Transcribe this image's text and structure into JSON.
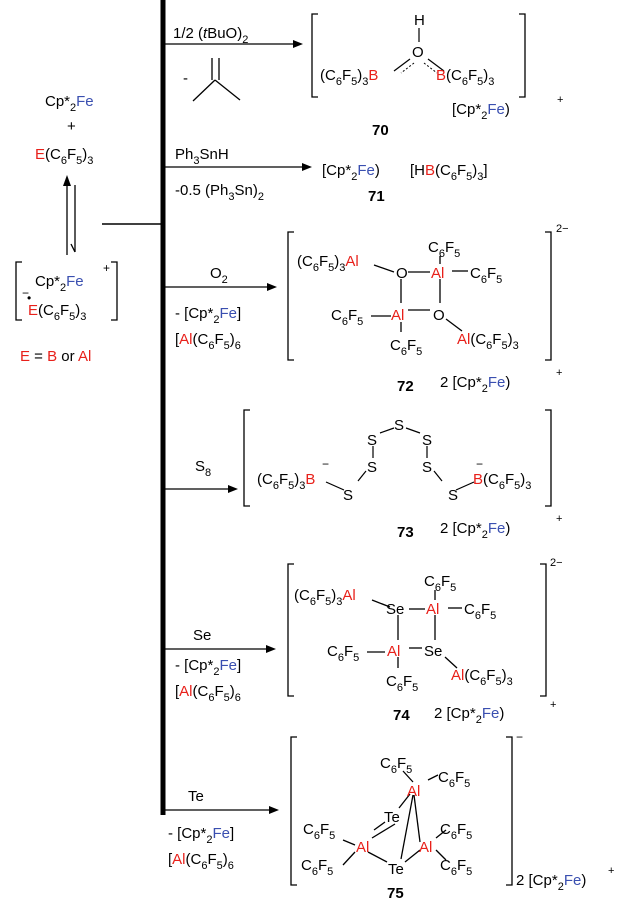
{
  "colors": {
    "element_red": "#e8201a",
    "iron_blue": "#3a4fb0",
    "line": "#000000"
  },
  "start": {
    "top_cp": "Cp*",
    "top_sub2": "2",
    "top_fe": "Fe",
    "plus": "+",
    "e_letter": "E",
    "e_rest": "(C",
    "c6": "6",
    "f": "F",
    "f5": "5",
    "close3": ")",
    "sub3": "3",
    "complex_cp": "Cp*",
    "complex_fe": "Fe",
    "complex_plus": "+",
    "complex_minus": "−",
    "dot": "•",
    "legend_e": "E",
    "legend_eq": " = ",
    "legend_b": "B",
    "legend_or": " or ",
    "legend_al": "Al"
  },
  "reactions": [
    {
      "id": "r70",
      "reagent_a": "1/2 (",
      "reagent_t": "t",
      "reagent_b": "BuO)",
      "reagent_sub": "2",
      "minus": "-",
      "product_number": "70",
      "counter": "[Cp*",
      "counter_fe": "Fe",
      "counter_charge": "+"
    },
    {
      "id": "r71",
      "reagent": "Ph",
      "reagent2": "SnH",
      "minor": "-0.5 (Ph",
      "minor2": "Sn)",
      "product_number": "71"
    },
    {
      "id": "r72",
      "reagent": "O",
      "minor_a": "- [Cp*",
      "minor_fe": "Fe",
      "minor_b": "]",
      "minor_c": "[",
      "minor_al": "Al",
      "minor_d": "(C",
      "product_number": "72",
      "counter_prefix": "2 [Cp*",
      "counter_fe": "Fe",
      "charge": "2−"
    },
    {
      "id": "r73",
      "reagent": "S",
      "product_number": "73",
      "counter_prefix": "2 [Cp*",
      "counter_fe": "Fe"
    },
    {
      "id": "r74",
      "reagent": "Se",
      "minor_a": "- [Cp*",
      "minor_fe": "Fe",
      "minor_b": "]",
      "minor_c": "[",
      "minor_al": "Al",
      "minor_d": "(C",
      "product_number": "74",
      "counter_prefix": "2 [Cp*",
      "counter_fe": "Fe",
      "charge": "2−"
    },
    {
      "id": "r75",
      "reagent": "Te",
      "minor_a": "- [Cp*",
      "minor_fe": "Fe",
      "minor_b": "]",
      "minor_c": "[",
      "minor_al": "Al",
      "minor_d": "(C",
      "product_number": "75",
      "counter_prefix": "2 [Cp*",
      "counter_fe": "Fe",
      "charge": "−"
    }
  ],
  "atoms": {
    "H": "H",
    "O": "O",
    "B": "B",
    "Al": "Al",
    "S": "S",
    "Se": "Se",
    "Te": "Te",
    "C": "C",
    "F": "F",
    "Sn": "Sn",
    "Fe": "Fe"
  }
}
